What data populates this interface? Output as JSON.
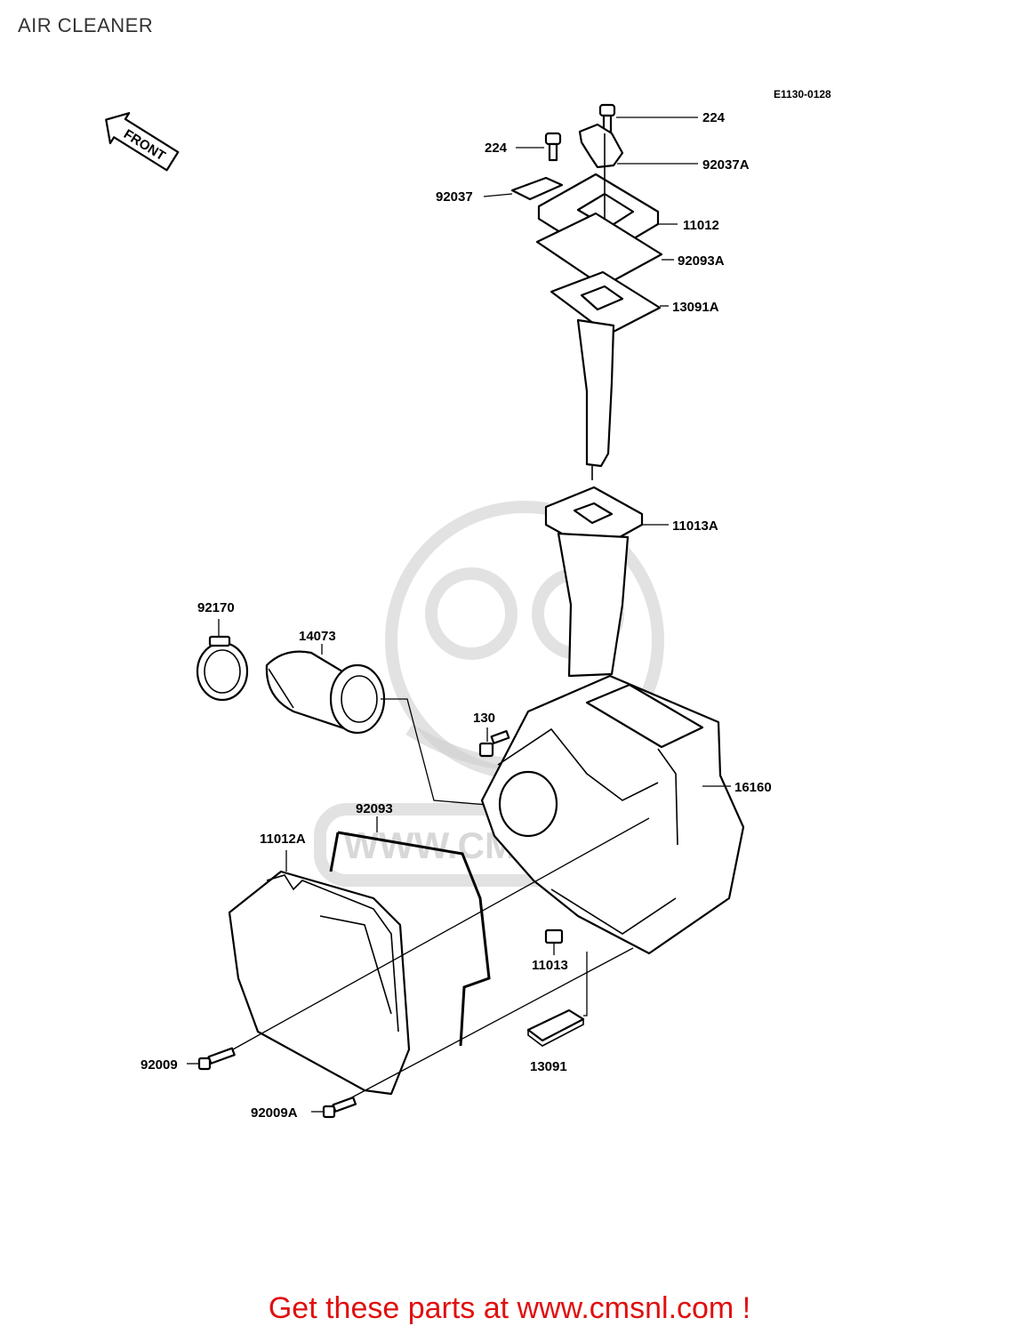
{
  "title": "AIR CLEANER",
  "diagram_code": "E1130-0128",
  "front_label": "FRONT",
  "watermark": "WWW.CMSNL.COM",
  "parts": {
    "p224_right": "224",
    "p224_left": "224",
    "p92037A": "92037A",
    "p92037": "92037",
    "p11012": "11012",
    "p92093A": "92093A",
    "p13091A": "13091A",
    "p11013A": "11013A",
    "p92170": "92170",
    "p14073": "14073",
    "p130": "130",
    "p16160": "16160",
    "p92093": "92093",
    "p11012A": "11012A",
    "p11013": "11013",
    "p13091": "13091",
    "p92009": "92009",
    "p92009A": "92009A"
  },
  "promo_text": "Get these parts at www.cmsnl.com !",
  "colors": {
    "promo": "#e01010",
    "title": "#333333"
  }
}
